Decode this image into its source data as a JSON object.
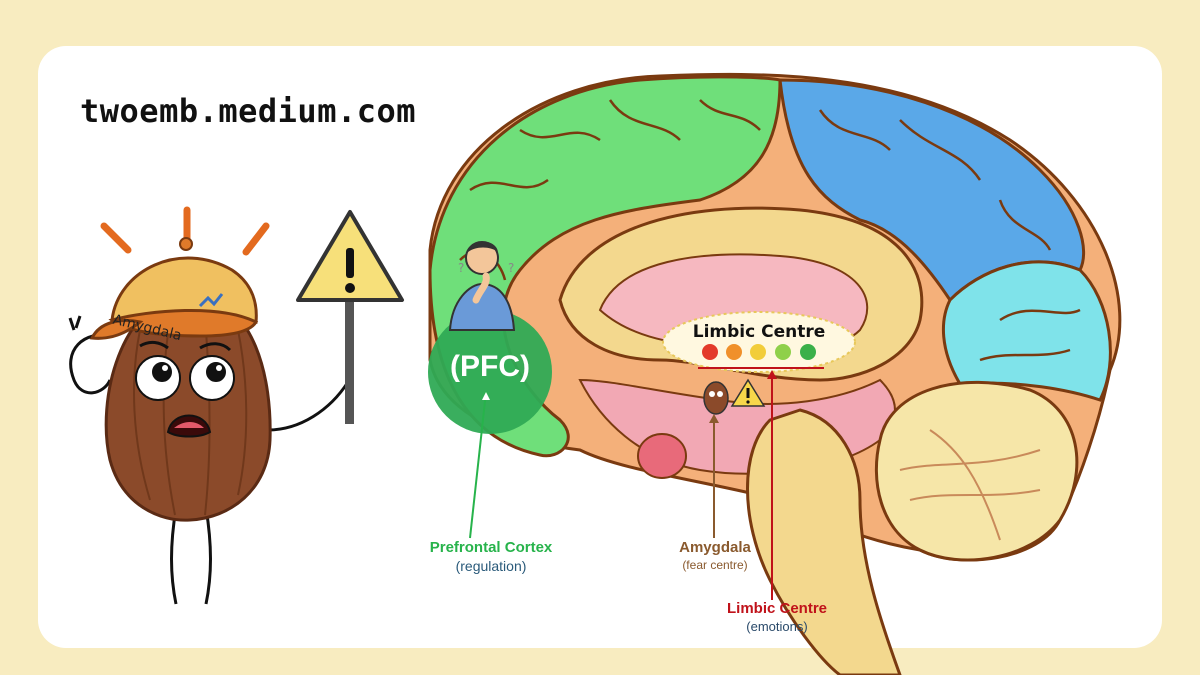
{
  "site": {
    "title": "twoemb.medium.com"
  },
  "character": {
    "cap_text": "Amygdala"
  },
  "brain": {
    "pfc_badge": "(PFC)",
    "limbic_title": "Limbic Centre"
  },
  "labels": {
    "pfc": {
      "title": "Prefrontal Cortex",
      "subtitle": "(regulation)"
    },
    "amygdala": {
      "title": "Amygdala",
      "subtitle": "(fear centre)"
    },
    "limbic": {
      "title": "Limbic Centre",
      "subtitle": "(emotions)"
    }
  },
  "colors": {
    "background": "#f8ecc0",
    "frontal_lobe": "#6fdf7a",
    "parietal_lobe": "#5aa8e8",
    "occipital_lobe": "#7fe3ea",
    "pfc_circle": "#2faa55",
    "amygdala_body": "#8b4a2a",
    "cap": "#e59a3a",
    "warning_sign": "#f7e07a",
    "limbic_line": "#c0121a"
  },
  "icons": [
    "warning-sign-icon",
    "thinking-person-icon",
    "emoji-scale-icon",
    "warning-icon"
  ]
}
